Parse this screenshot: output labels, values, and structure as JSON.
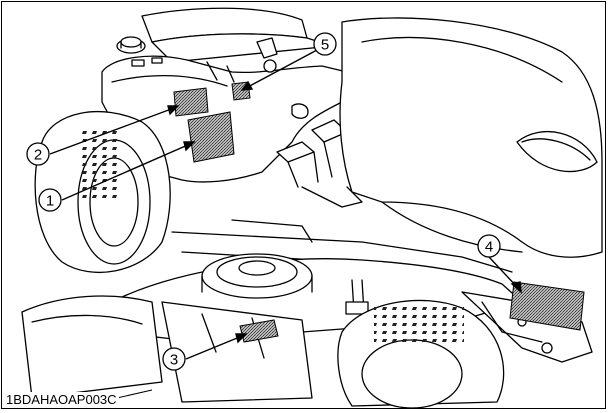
{
  "figure": {
    "id_label": "1BDAHAOAP003C"
  },
  "callouts": [
    {
      "number": "1",
      "target": "label-1"
    },
    {
      "number": "2",
      "target": "label-2"
    },
    {
      "number": "3",
      "target": "label-3"
    },
    {
      "number": "4",
      "target": "label-4"
    },
    {
      "number": "5",
      "target": "label-5"
    }
  ],
  "colors": {
    "line": "#000000",
    "label_fill": "#8c8c8c",
    "background": "#ffffff"
  }
}
